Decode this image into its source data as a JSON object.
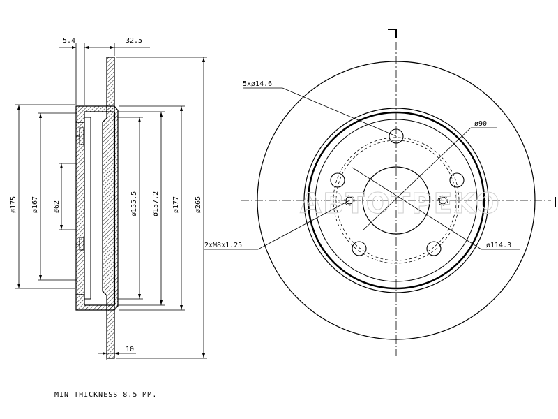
{
  "side_view": {
    "dim_hub_offset": "5.4",
    "dim_hat_height": "32.5",
    "dim_thickness": "10",
    "dim_outer": "ø175",
    "dim_hub_outer": "ø167",
    "dim_center_bore": "ø62",
    "dim_inner_1": "ø155.5",
    "dim_inner_2": "ø157.2",
    "dim_drum": "ø177",
    "dim_disc": "ø265"
  },
  "front_view": {
    "dim_bolt_holes": "5xø14.6",
    "dim_center": "ø90",
    "dim_threads": "2xM8x1.25",
    "dim_pcd": "ø114.3"
  },
  "watermark": "ABTOTPEKO",
  "note": "MIN THICKNESS 8.5 MM."
}
